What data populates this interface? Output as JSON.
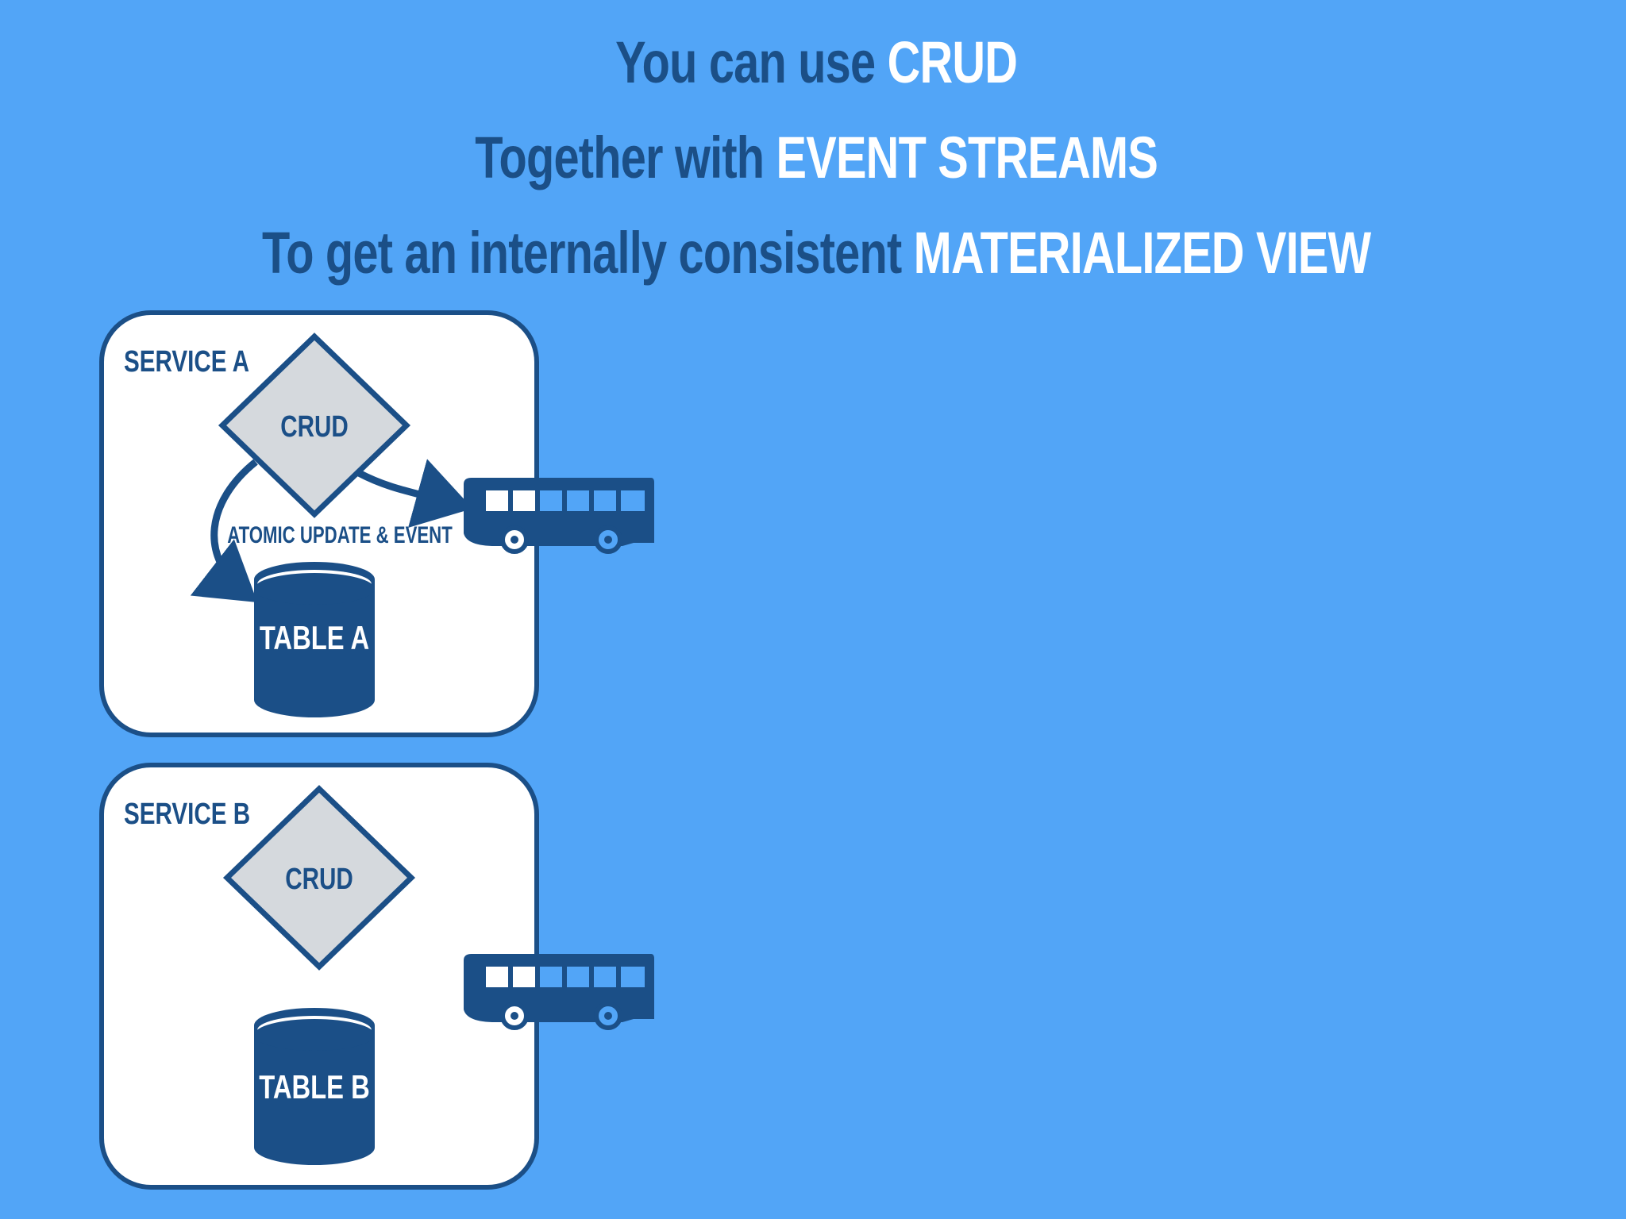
{
  "headlines": [
    {
      "plain": "You can use ",
      "accent": "CRUD"
    },
    {
      "plain": "Together with ",
      "accent": "EVENT STREAMS"
    },
    {
      "plain": "To get an internally consistent ",
      "accent": "MATERIALIZED VIEW"
    }
  ],
  "services": [
    {
      "title": "SERVICE A",
      "crud_label": "CRUD",
      "table_label": "TABLE A",
      "arrow_label": "ATOMIC UPDATE & EVENT"
    },
    {
      "title": "SERVICE B",
      "crud_label": "CRUD",
      "table_label": "TABLE B"
    }
  ],
  "colors": {
    "background": "#52a5f7",
    "dark_blue": "#1b4f87",
    "accent_text": "#ffffff",
    "diamond_fill": "#d5d9dd",
    "box_fill": "#ffffff"
  },
  "icons": [
    "bus-icon",
    "database-icon",
    "arrow-icon"
  ]
}
